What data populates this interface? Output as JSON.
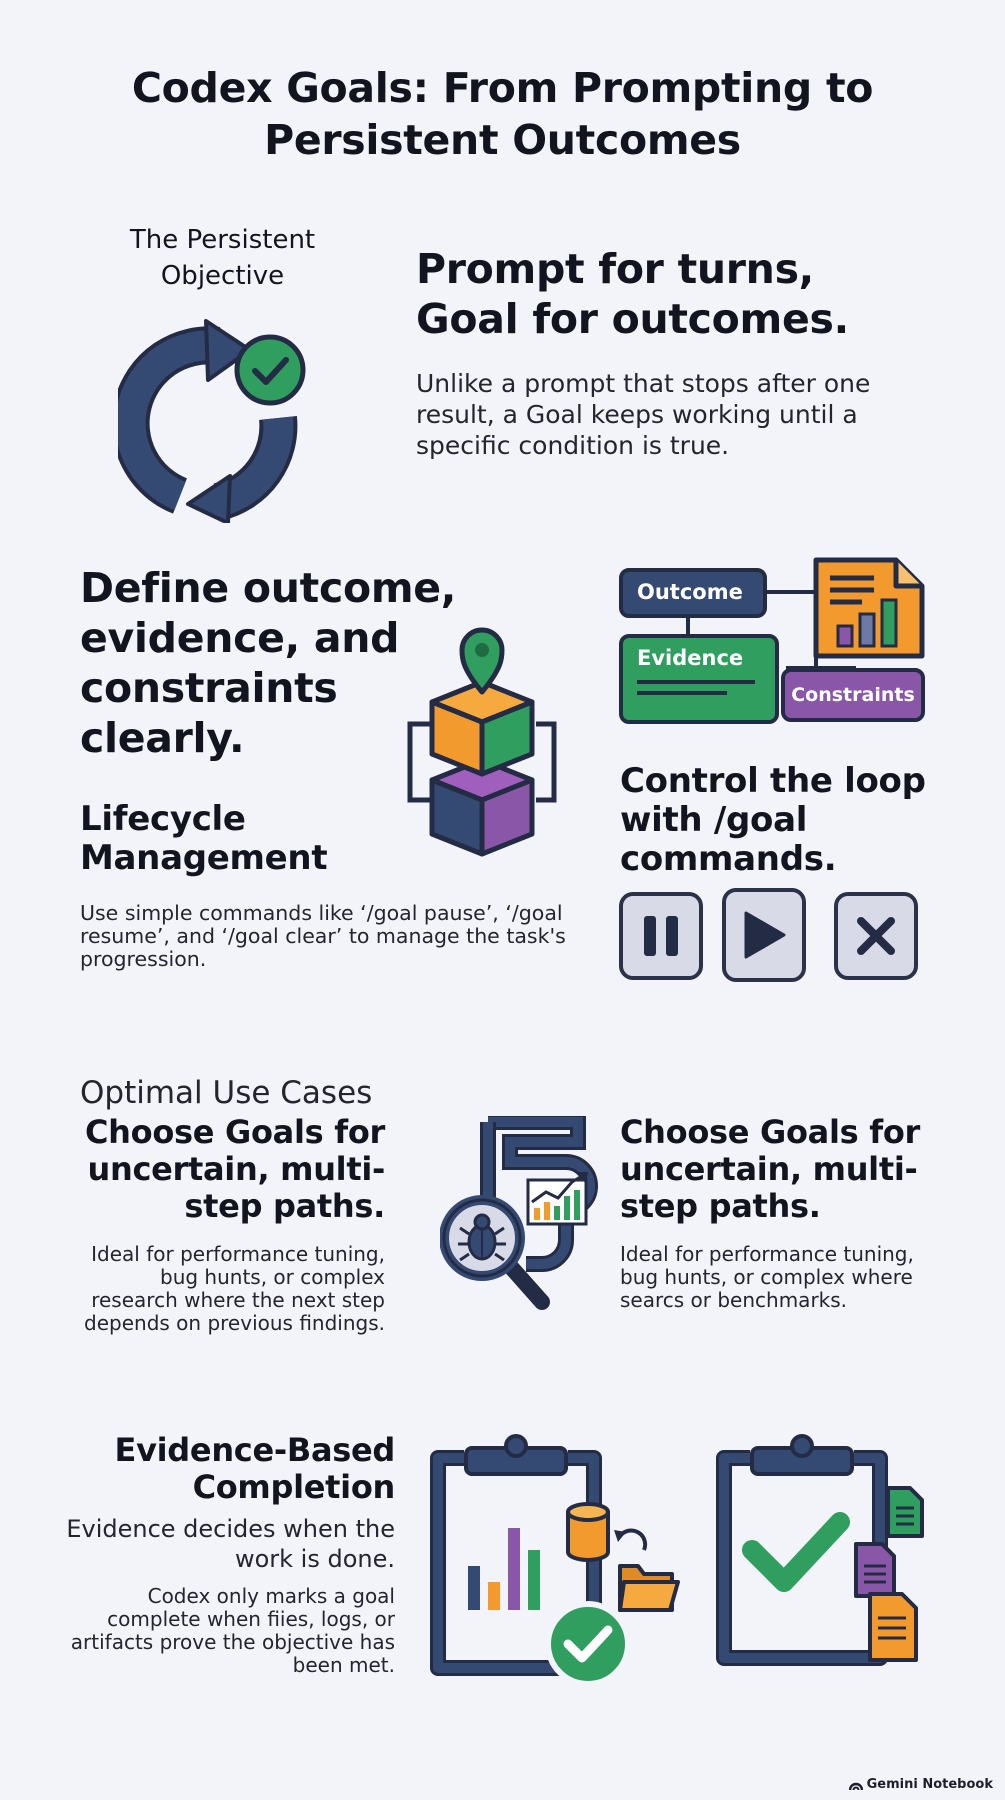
{
  "title": "Codex Goals: From Prompting to Persistent Outcomes",
  "section1": {
    "label": "The Persistent Objective",
    "heading": "Prompt for turns, Goal for outcomes.",
    "body": "Unlike a prompt that stops after one result, a Goal keeps working until a specific condition is true."
  },
  "section2": {
    "heading": "Define outcome, evidence, and constraints clearly.",
    "chips": {
      "outcome": "Outcome",
      "evidence": "Evidence",
      "constraints": "Constraints"
    },
    "lifecycle_heading": "Lifecycle Management",
    "lifecycle_body": "Use simple commands like ‘/goal pause’, ‘/goal resume’, and ‘/goal clear’ to manage the task's progression.",
    "control_heading": "Control the loop with /goal commands.",
    "controls": [
      "pause-icon",
      "play-icon",
      "close-icon"
    ]
  },
  "section3": {
    "label": "Optimal Use Cases",
    "left_heading": "Choose Goals for uncertain, multi-step paths.",
    "left_body": "Ideal for performance tuning, bug hunts, or complex research where the next step depends on previous findings.",
    "right_heading": "Choose Goals for uncertain, multi-step paths.",
    "right_body": "Ideal for performance tuning, bug hunts, or complex where searcs or benchmarks."
  },
  "section4": {
    "heading": "Evidence-Based Completion",
    "subheading": "Evidence decides when the work is done.",
    "body": "Codex only marks a goal complete when fiies, logs, or artifacts prove the objective has been met."
  },
  "footer": {
    "brand": "Gemini Notebook"
  },
  "colors": {
    "navy": "#354a72",
    "green": "#2f9e5f",
    "orange": "#f29a2e",
    "purple": "#8a57a8",
    "outline": "#242b45"
  }
}
